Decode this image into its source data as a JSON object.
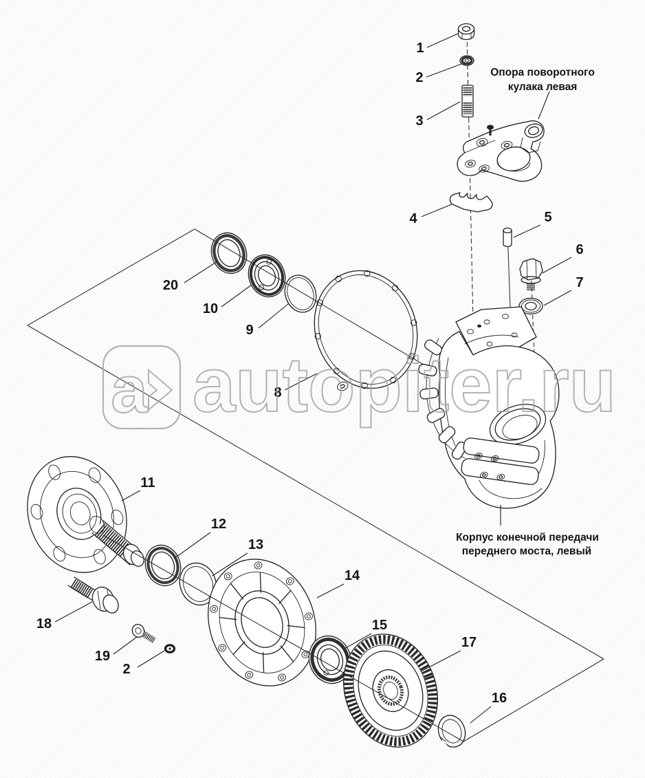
{
  "page": {
    "background_color": "#fcfcfa",
    "line_color": "#1f1f1f",
    "watermark_color": "#a6a6a6"
  },
  "callouts": {
    "n1": "1",
    "n2": "2",
    "n3": "3",
    "n4": "4",
    "n5": "5",
    "n6": "6",
    "n7": "7",
    "n8": "8",
    "n9": "9",
    "n10": "10",
    "n11": "11",
    "n12": "12",
    "n13": "13",
    "n14": "14",
    "n15": "15",
    "n16": "16",
    "n17": "17",
    "n18": "18",
    "n19": "19",
    "n20": "20",
    "n2b": "2"
  },
  "annotations": {
    "support_line1": "Опора поворотного",
    "support_line2": "кулака левая",
    "housing_line1": "Корпус конечной передачи",
    "housing_line2": "переднего моста, левый"
  },
  "watermark": {
    "logo_letter": "a",
    "site": "autopiter.ru"
  }
}
